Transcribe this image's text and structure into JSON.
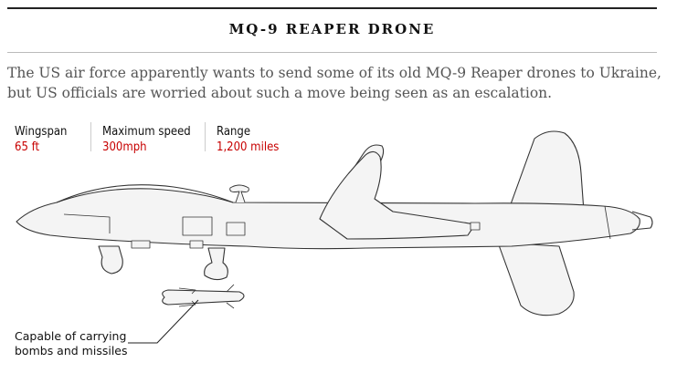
{
  "title": "MQ-9 REAPER DRONE",
  "subtitle": "The US air force apparently wants to send some of its old MQ-9 Reaper drones to Ukraine, but US officials are worried about such a move being seen as an escalation.",
  "stats": [
    {
      "label": "Wingspan",
      "value": "65 ft"
    },
    {
      "label": "Maximum speed",
      "value": "300mph"
    },
    {
      "label": "Range",
      "value": "1,200 miles"
    }
  ],
  "annotation": {
    "line1": "Capable of carrying",
    "line2": "bombs and missiles"
  },
  "colors": {
    "accent": "#c70000",
    "outline": "#333333",
    "fill": "#f4f4f4"
  }
}
